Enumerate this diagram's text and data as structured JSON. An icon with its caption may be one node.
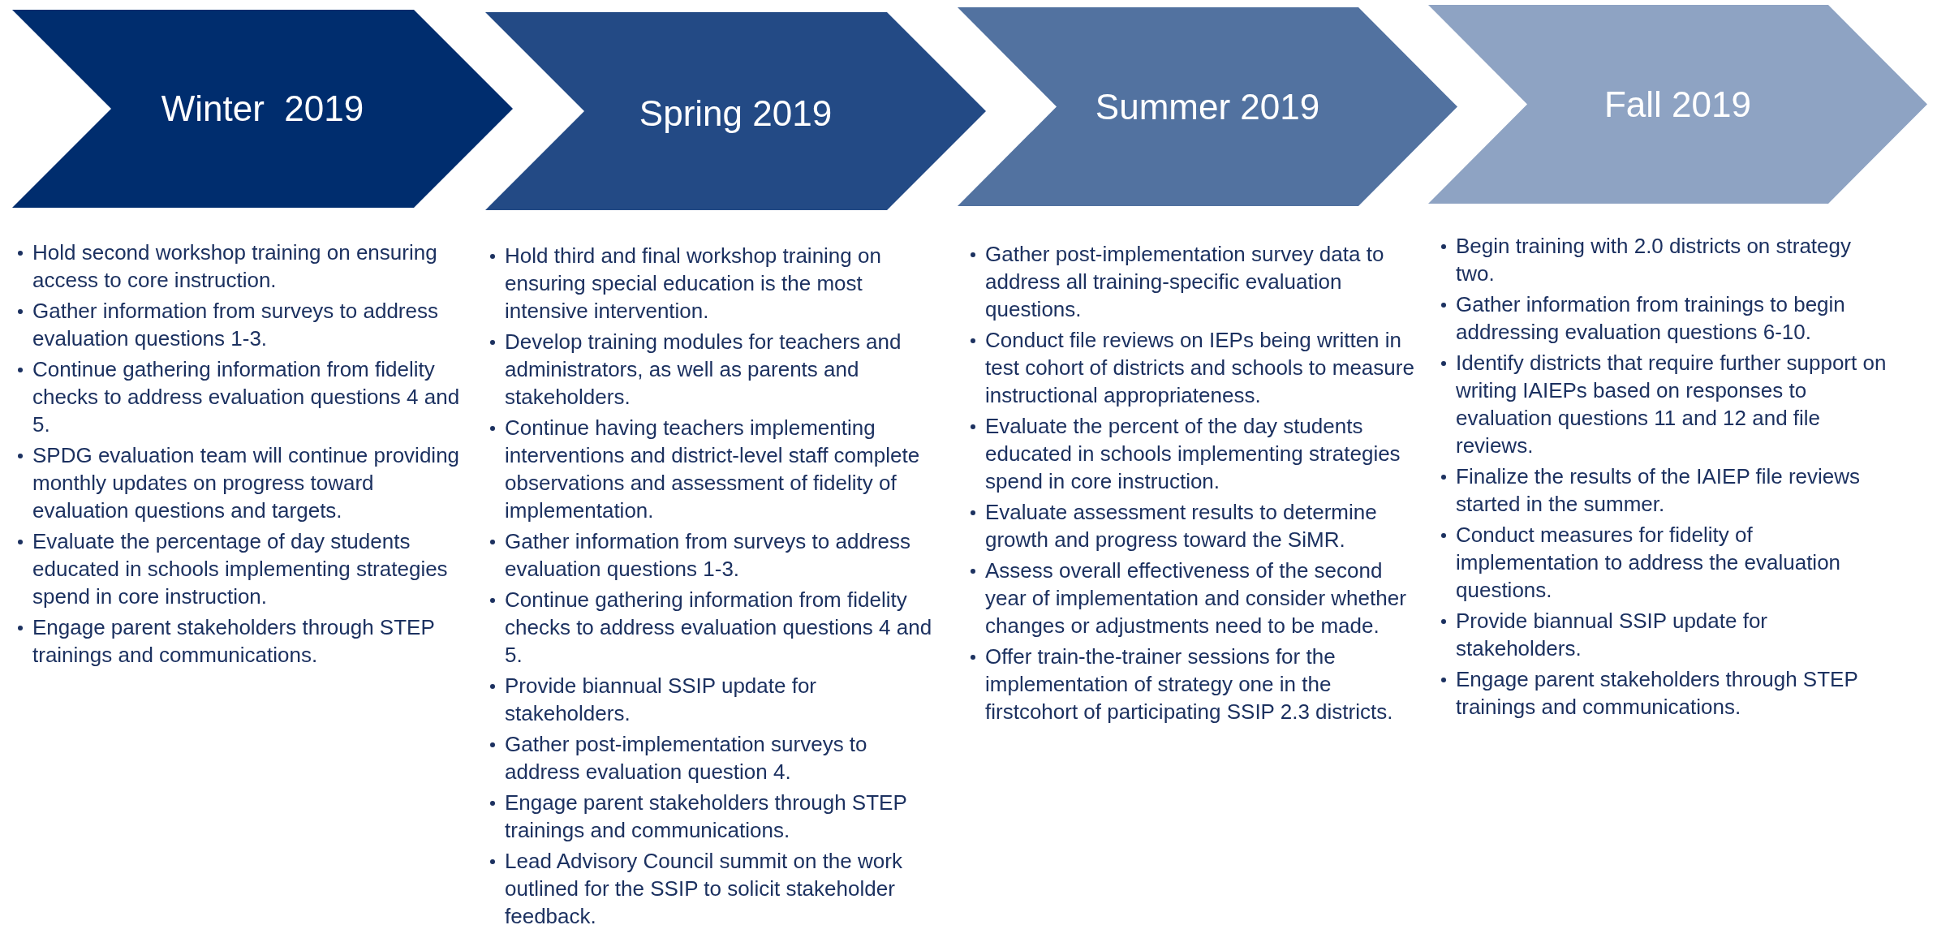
{
  "diagram": {
    "nodes": [
      {
        "text": [
          "Winter  2019"
        ],
        "beside": [
          "Hold second workshop training on ensuring access to core instruction.",
          "Gather information from surveys to address evaluation questions 1-3.",
          "Continue gathering information from fidelity checks to address evaluation questions 4 and 5.",
          "SPDG evaluation team will continue providing monthly updates on progress toward evaluation questions and targets.",
          "Evaluate the percentage of day students educated in schools implementing strategies spend in core instruction.",
          "Engage parent stakeholders through STEP trainings and communications."
        ]
      },
      {
        "text": [
          "Spring 2019"
        ],
        "beside": [
          "Hold third and final workshop training on ensuring special education is the most intensive intervention.",
          "Develop training modules for teachers and administrators, as well as parents and stakeholders.",
          "Continue having teachers implementing interventions and district-level staff complete observations and assessment of fidelity of implementation.",
          "Gather information from surveys to address evaluation questions 1-3.",
          "Continue gathering information from fidelity checks to address evaluation questions 4 and 5.",
          "Provide biannual SSIP update for stakeholders.",
          "Gather post-implementation surveys to address evaluation question 4.",
          "Engage parent stakeholders through STEP trainings and communications.",
          "Lead Advisory Council summit on the work outlined for the SSIP to solicit stakeholder feedback."
        ]
      },
      {
        "text": [
          "Summer 2019"
        ],
        "beside": [
          "Gather post-implementation survey data to address all training-specific evaluation questions.",
          "Conduct file reviews on IEPs being written in test cohort of districts and schools to measure instructional appropriateness.",
          "Evaluate the percent of the day students educated in schools implementing strategies spend in core instruction.",
          "Evaluate assessment results to determine growth and progress toward the SiMR.",
          "Assess overall effectiveness of the second year of implementation and consider whether changes or adjustments need to be made.",
          "Offer train-the-trainer sessions for the implementation of strategy one in the firstcohort of participating SSIP 2.3 districts."
        ]
      },
      {
        "text": [
          "Fall 2019"
        ],
        "beside": [
          "Begin training with 2.0 districts on strategy two.",
          "Gather information from trainings to begin addressing evaluation questions 6-10.",
          "Identify districts that require further support on writing IAIEPs based on responses to evaluation questions 11 and 12 and file reviews.",
          "Finalize the results of the IAIEP file reviews started in the summer.",
          "Conduct measures for fidelity of implementation to address the evaluation questions.",
          "Provide biannual SSIP update for stakeholders.",
          "Engage parent stakeholders through STEP trainings and communications."
        ]
      }
    ]
  }
}
